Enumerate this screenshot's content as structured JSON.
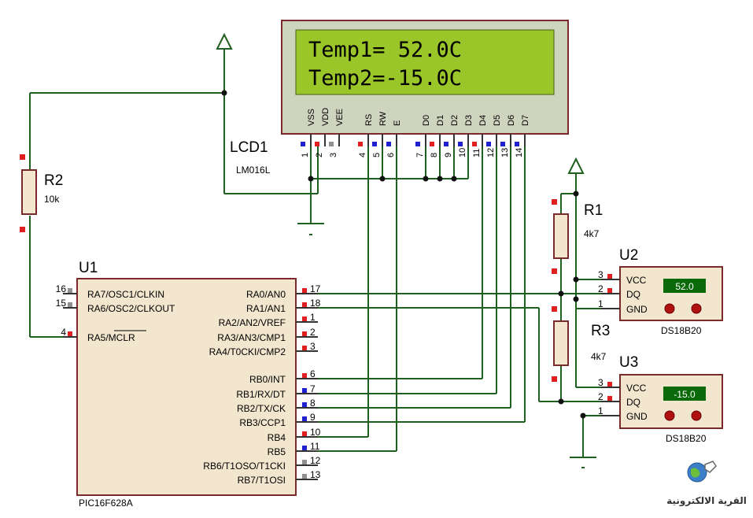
{
  "lcd": {
    "designator": "LCD1",
    "model": "LM016L",
    "line1": "Temp1= 52.0C",
    "line2": "Temp2=-15.0C",
    "pins": [
      {
        "name": "VSS",
        "num": "1"
      },
      {
        "name": "VDD",
        "num": "2"
      },
      {
        "name": "VEE",
        "num": "3"
      },
      {
        "name": "RS",
        "num": "4"
      },
      {
        "name": "RW",
        "num": "5"
      },
      {
        "name": "E",
        "num": "6"
      },
      {
        "name": "D0",
        "num": "7"
      },
      {
        "name": "D1",
        "num": "8"
      },
      {
        "name": "D2",
        "num": "9"
      },
      {
        "name": "D3",
        "num": "10"
      },
      {
        "name": "D4",
        "num": "11"
      },
      {
        "name": "D5",
        "num": "12"
      },
      {
        "name": "D6",
        "num": "13"
      },
      {
        "name": "D7",
        "num": "14"
      }
    ]
  },
  "mcu": {
    "designator": "U1",
    "model": "PIC16F628A",
    "left_pins": [
      {
        "num": "16",
        "name": "RA7/OSC1/CLKIN"
      },
      {
        "num": "15",
        "name": "RA6/OSC2/CLKOUT"
      },
      {
        "num": "4",
        "name": "RA5/MCLR"
      }
    ],
    "right_pins": [
      {
        "num": "17",
        "name": "RA0/AN0"
      },
      {
        "num": "18",
        "name": "RA1/AN1"
      },
      {
        "num": "1",
        "name": "RA2/AN2/VREF"
      },
      {
        "num": "2",
        "name": "RA3/AN3/CMP1"
      },
      {
        "num": "3",
        "name": "RA4/T0CKI/CMP2"
      },
      {
        "num": "6",
        "name": "RB0/INT"
      },
      {
        "num": "7",
        "name": "RB1/RX/DT"
      },
      {
        "num": "8",
        "name": "RB2/TX/CK"
      },
      {
        "num": "9",
        "name": "RB3/CCP1"
      },
      {
        "num": "10",
        "name": "RB4"
      },
      {
        "num": "11",
        "name": "RB5"
      },
      {
        "num": "12",
        "name": "RB6/T1OSO/T1CKI"
      },
      {
        "num": "13",
        "name": "RB7/T1OSI"
      }
    ]
  },
  "resistors": {
    "r1": {
      "designator": "R1",
      "value": "4k7"
    },
    "r2": {
      "designator": "R2",
      "value": "10k"
    },
    "r3": {
      "designator": "R3",
      "value": "4k7"
    }
  },
  "sensors": {
    "u2": {
      "designator": "U2",
      "model": "DS18B20",
      "reading": "52.0",
      "pins": [
        {
          "num": "3",
          "name": "VCC"
        },
        {
          "num": "2",
          "name": "DQ"
        },
        {
          "num": "1",
          "name": "GND"
        }
      ]
    },
    "u3": {
      "designator": "U3",
      "model": "DS18B20",
      "reading": "-15.0",
      "pins": [
        {
          "num": "3",
          "name": "VCC"
        },
        {
          "num": "2",
          "name": "DQ"
        },
        {
          "num": "1",
          "name": "GND"
        }
      ]
    }
  },
  "logo": {
    "text": "القرية الالكترونية"
  },
  "colors": {
    "wire": "#1f5f1f",
    "body": "#f2e6ce",
    "outline": "#7a2a2a",
    "lcd_screen": "#9ac629",
    "display": "#0a6a0a",
    "display_text": "#ffffff",
    "pin_red": "#e02020",
    "pin_blue": "#2020d0",
    "pin_gray": "#909090"
  }
}
